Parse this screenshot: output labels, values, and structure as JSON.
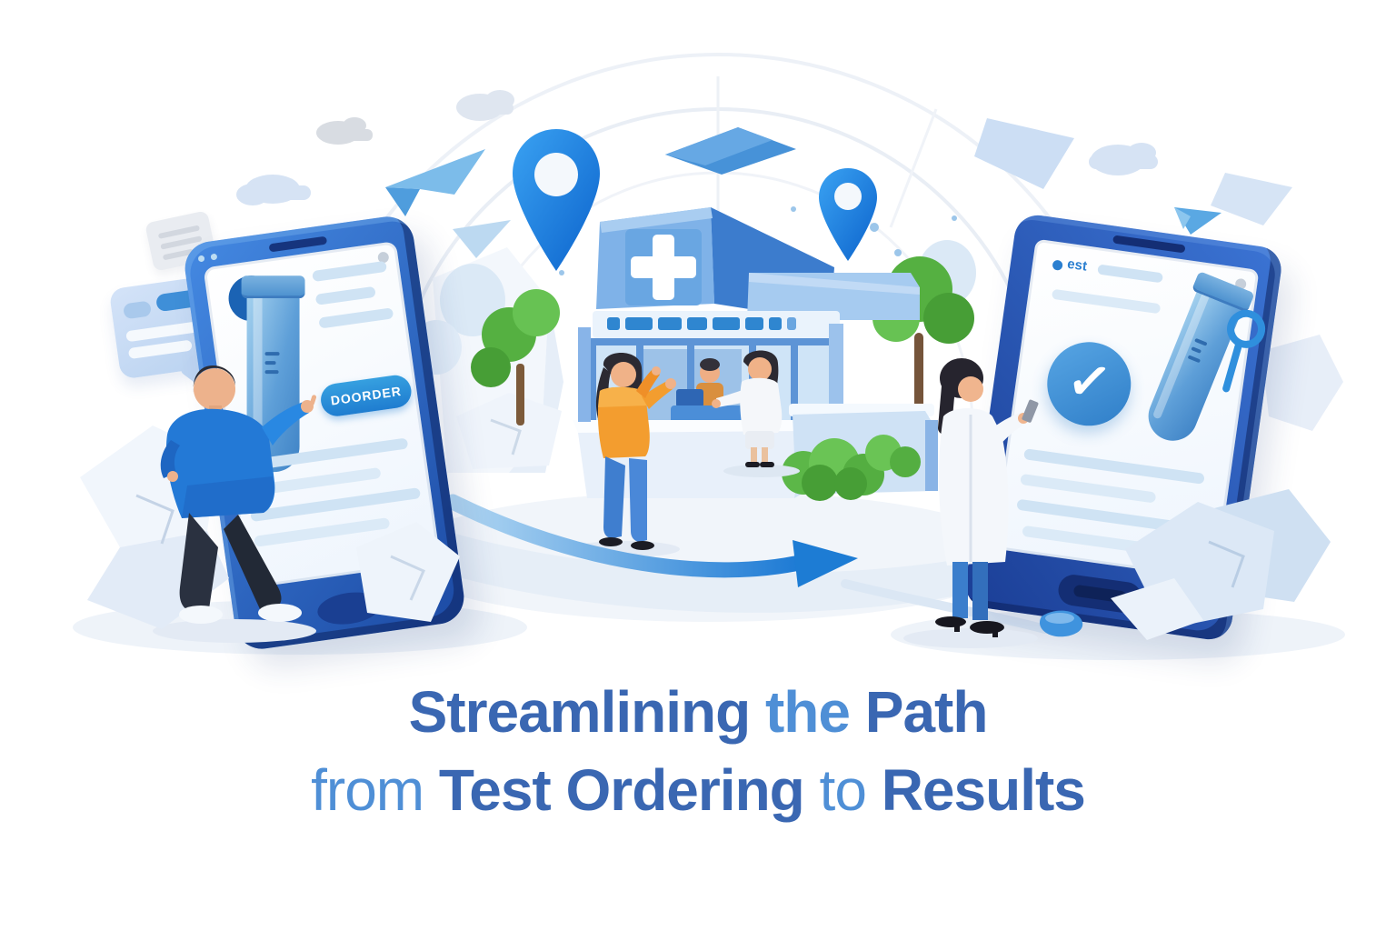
{
  "title": {
    "word1": "Streamlining",
    "word2": "the",
    "word3": "Path",
    "word4": "from",
    "word5": "Test Ordering",
    "word6": "to",
    "word7": "Results",
    "color_dark": "#3a67b2",
    "color_light": "#4f8fd6"
  },
  "phone_screen": {
    "order_button_label": "DOORDER"
  },
  "tablet_screen": {
    "header_label": "est",
    "check_icon": "✓"
  },
  "colors": {
    "accent_blue": "#2f86d8",
    "device_navy": "#1b3e96",
    "arrow_blue": "#1d7cd4",
    "foliage_green": "#55b041"
  }
}
